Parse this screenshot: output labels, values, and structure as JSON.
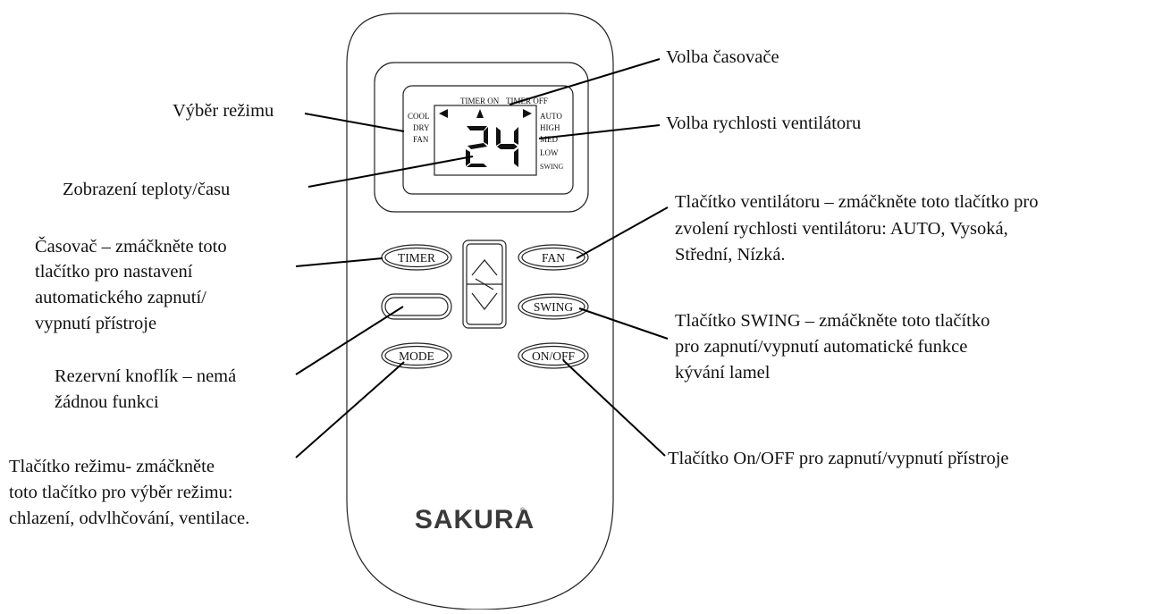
{
  "remote": {
    "brand": "SAKURA",
    "brand_mark": "®",
    "display": {
      "timer_on": "TIMER ON",
      "timer_off": "TIMER OFF",
      "modes": [
        "COOL",
        "DRY",
        "FAN"
      ],
      "fan_speeds": [
        "AUTO",
        "HIGH",
        "MED",
        "LOW",
        "SWING"
      ],
      "digits": "24"
    },
    "buttons": {
      "timer": "TIMER",
      "fan": "FAN",
      "swing": "SWING",
      "mode": "MODE",
      "onoff": "ON/OFF",
      "reserve": ""
    }
  },
  "annotations": {
    "mode_select": [
      "Výběr režimu"
    ],
    "temp_time": [
      "Zobrazení teploty/času"
    ],
    "timer_button": [
      "Časovač – zmáčkněte toto",
      "tlačítko pro nastavení",
      "automatického zapnutí/",
      "vypnutí přístroje"
    ],
    "reserve_button": [
      "Rezervní knoflík – nemá",
      "žádnou funkci"
    ],
    "mode_button": [
      "Tlačítko režimu- zmáčkněte",
      "toto tlačítko pro výběr režimu:",
      "chlazení, odvlhčování, ventilace."
    ],
    "timer_select": [
      "Volba časovače"
    ],
    "fan_speed_select": [
      "Volba rychlosti ventilátoru"
    ],
    "fan_button": [
      "Tlačítko ventilátoru – zmáčkněte toto tlačítko pro",
      "zvolení rychlosti ventilátoru: AUTO, Vysoká,",
      "Střední, Nízká."
    ],
    "swing_button": [
      "Tlačítko SWING – zmáčkněte toto tlačítko",
      "pro zapnutí/vypnutí automatické funkce",
      "kývání lamel"
    ],
    "onoff_button": [
      "Tlačítko On/OFF pro zapnutí/vypnutí přístroje"
    ]
  },
  "icons": {
    "up": "arrow-up-icon",
    "down": "arrow-down-icon",
    "left": "triangle-left-icon",
    "right": "triangle-right-icon",
    "center": "triangle-up-icon"
  }
}
